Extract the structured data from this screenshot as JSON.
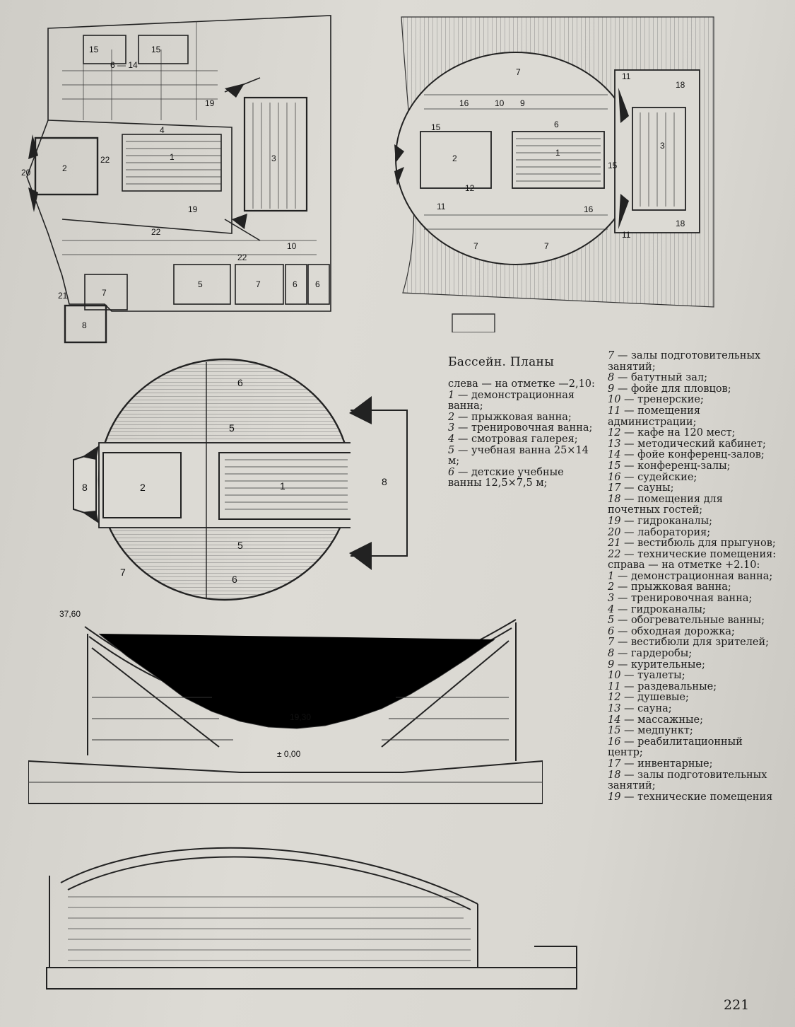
{
  "caption": {
    "title": "Бассейн. Планы",
    "left_heading": "слева — на отметке —2,10:",
    "right_heading": "справа — на отметке +2.10:"
  },
  "legend_left": [
    {
      "n": "1",
      "text": "— демонстрационная ванна;"
    },
    {
      "n": "2",
      "text": "— прыжковая ванна;"
    },
    {
      "n": "3",
      "text": "— тренировочная ванна;"
    },
    {
      "n": "4",
      "text": "— смотровая галерея;"
    },
    {
      "n": "5",
      "text": "— учебная ванна 25×14 м;"
    },
    {
      "n": "6",
      "text": "— детские учебные ванны 12,5×7,5 м;"
    },
    {
      "n": "7",
      "text": "— залы подготовительных занятий;"
    },
    {
      "n": "8",
      "text": "— батутный зал;"
    },
    {
      "n": "9",
      "text": "— фойе для пловцов;"
    },
    {
      "n": "10",
      "text": "— тренерские;"
    },
    {
      "n": "11",
      "text": "— помещения администрации;"
    },
    {
      "n": "12",
      "text": "— кафе на 120 мест;"
    },
    {
      "n": "13",
      "text": "— методический кабинет;"
    },
    {
      "n": "14",
      "text": "— фойе конференц-залов;"
    },
    {
      "n": "15",
      "text": "— конференц-залы;"
    },
    {
      "n": "16",
      "text": "— судейские;"
    },
    {
      "n": "17",
      "text": "— сауны;"
    },
    {
      "n": "18",
      "text": "— помещения для почетных гостей;"
    },
    {
      "n": "19",
      "text": "— гидроканалы;"
    },
    {
      "n": "20",
      "text": "— лаборатория;"
    },
    {
      "n": "21",
      "text": "— вестибюль для прыгунов;"
    },
    {
      "n": "22",
      "text": "— технические помещения:"
    }
  ],
  "legend_right": [
    {
      "n": "1",
      "text": "— демонстрационная ванна;"
    },
    {
      "n": "2",
      "text": "— прыжковая ванна;"
    },
    {
      "n": "3",
      "text": "— тренировочная ванна;"
    },
    {
      "n": "4",
      "text": "— гидроканалы;"
    },
    {
      "n": "5",
      "text": "— обогревательные ванны;"
    },
    {
      "n": "6",
      "text": "— обходная дорожка;"
    },
    {
      "n": "7",
      "text": "— вестибюли для зрителей;"
    },
    {
      "n": "8",
      "text": "— гардеробы;"
    },
    {
      "n": "9",
      "text": "— курительные;"
    },
    {
      "n": "10",
      "text": "— туалеты;"
    },
    {
      "n": "11",
      "text": "— раздевальные;"
    },
    {
      "n": "12",
      "text": "— душевые;"
    },
    {
      "n": "13",
      "text": "— сауна;"
    },
    {
      "n": "14",
      "text": "— массажные;"
    },
    {
      "n": "15",
      "text": "— медпункт;"
    },
    {
      "n": "16",
      "text": "— реабилитационный центр;"
    },
    {
      "n": "17",
      "text": "— инвентарные;"
    },
    {
      "n": "18",
      "text": "— залы подготовительных занятий;"
    },
    {
      "n": "19",
      "text": "— технические помещения"
    }
  ],
  "drawings": {
    "plan_left_labels": [
      "15",
      "15",
      "6",
      "14",
      "1",
      "2",
      "3",
      "4",
      "5",
      "7",
      "6",
      "6",
      "8",
      "19",
      "19",
      "20",
      "21",
      "22",
      "22",
      "22",
      "10"
    ],
    "plan_right_labels": [
      "1",
      "2",
      "3",
      "7",
      "7",
      "7",
      "9",
      "10",
      "11",
      "11",
      "11",
      "12",
      "15",
      "15",
      "16",
      "16",
      "18",
      "18",
      "6"
    ],
    "oval_plan_labels": [
      "1",
      "2",
      "5",
      "5",
      "6",
      "6",
      "7",
      "8",
      "8"
    ],
    "section_levels": [
      "37,60",
      "19,30",
      "± 0,00"
    ]
  },
  "page_number": "221",
  "colors": {
    "paper": "#d6d4cf",
    "ink": "#1c1c1c",
    "hatch": "#555555"
  }
}
